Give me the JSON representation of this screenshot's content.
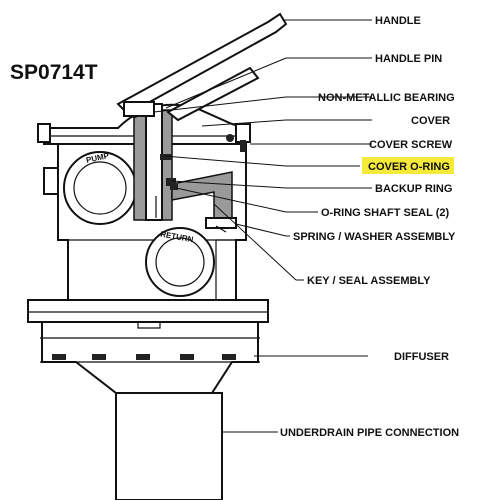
{
  "model_number": "SP0714T",
  "highlight_color": "#f5e93a",
  "body_labels": {
    "pump": "PUMP",
    "return": "RETURN"
  },
  "parts": [
    {
      "label": "HANDLE",
      "highlighted": false
    },
    {
      "label": "HANDLE PIN",
      "highlighted": false
    },
    {
      "label": "NON-METALLIC BEARING",
      "highlighted": false
    },
    {
      "label": "COVER",
      "highlighted": false
    },
    {
      "label": "COVER SCREW",
      "highlighted": false
    },
    {
      "label": "COVER O-RING",
      "highlighted": true
    },
    {
      "label": "BACKUP RING",
      "highlighted": false
    },
    {
      "label": "O-RING SHAFT SEAL (2)",
      "highlighted": false
    },
    {
      "label": "SPRING / WASHER ASSEMBLY",
      "highlighted": false
    },
    {
      "label": "KEY / SEAL ASSEMBLY",
      "highlighted": false
    },
    {
      "label": "DIFFUSER",
      "highlighted": false
    },
    {
      "label": "UNDERDRAIN PIPE CONNECTION",
      "highlighted": false
    }
  ]
}
